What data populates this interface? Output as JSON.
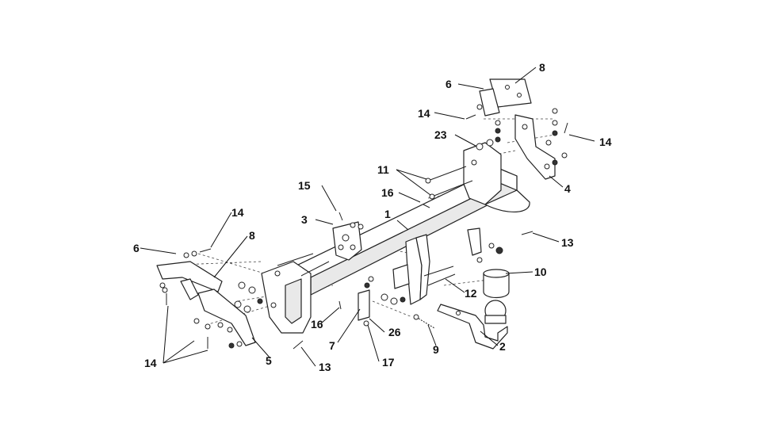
{
  "callouts": {
    "c1": "1",
    "c2": "2",
    "c3": "3",
    "c4": "4",
    "c5": "5",
    "c6_top": "6",
    "c6_left": "6",
    "c7": "7",
    "c8_top": "8",
    "c8_left": "8",
    "c9": "9",
    "c10": "10",
    "c11": "11",
    "c12": "12",
    "c13_bottom": "13",
    "c13_right": "13",
    "c14_top": "14",
    "c14_right": "14",
    "c14_left": "14",
    "c14_bottom": "14",
    "c15": "15",
    "c16_top": "16",
    "c16_bottom": "16",
    "c17": "17",
    "c23": "23",
    "c26": "26"
  }
}
